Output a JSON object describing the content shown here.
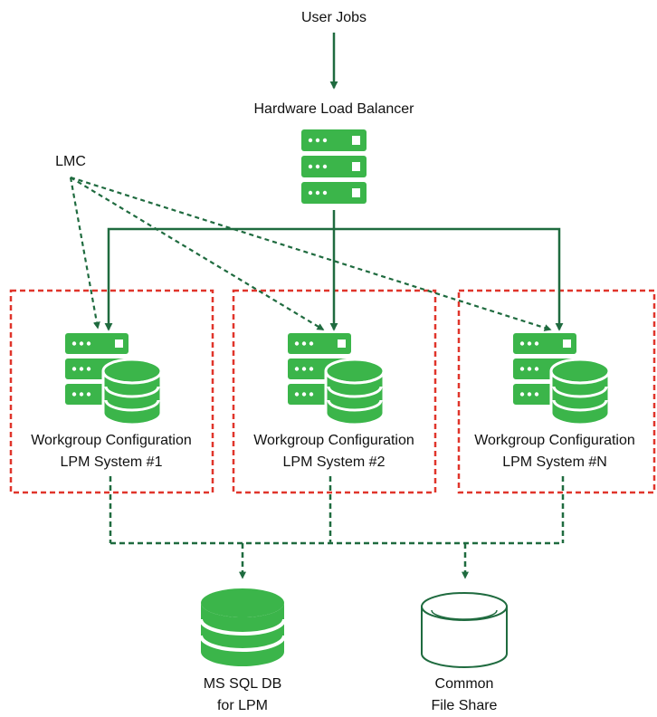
{
  "colors": {
    "arrow": "#1f6b3f",
    "server": "#3bb54a",
    "server_detail": "#ffffff",
    "dashed_box": "#e0352b",
    "file_share_stroke": "#1f6b3f"
  },
  "nodes": {
    "user_jobs": {
      "label": "User Jobs"
    },
    "load_balancer": {
      "label": "Hardware Load Balancer",
      "icon": "server-rack-icon"
    },
    "lmc": {
      "label": "LMC"
    },
    "systems": [
      {
        "line1": "Workgroup Configuration",
        "line2": "LPM System #1",
        "icon": "server-database-icon"
      },
      {
        "line1": "Workgroup Configuration",
        "line2": "LPM System #2",
        "icon": "server-database-icon"
      },
      {
        "line1": "Workgroup Configuration",
        "line2": "LPM System #N",
        "icon": "server-database-icon"
      }
    ],
    "sql_db": {
      "line1": "MS SQL DB",
      "line2": "for LPM",
      "icon": "database-icon"
    },
    "file_share": {
      "line1": "Common",
      "line2": "File Share",
      "icon": "file-share-cylinder-icon"
    }
  }
}
